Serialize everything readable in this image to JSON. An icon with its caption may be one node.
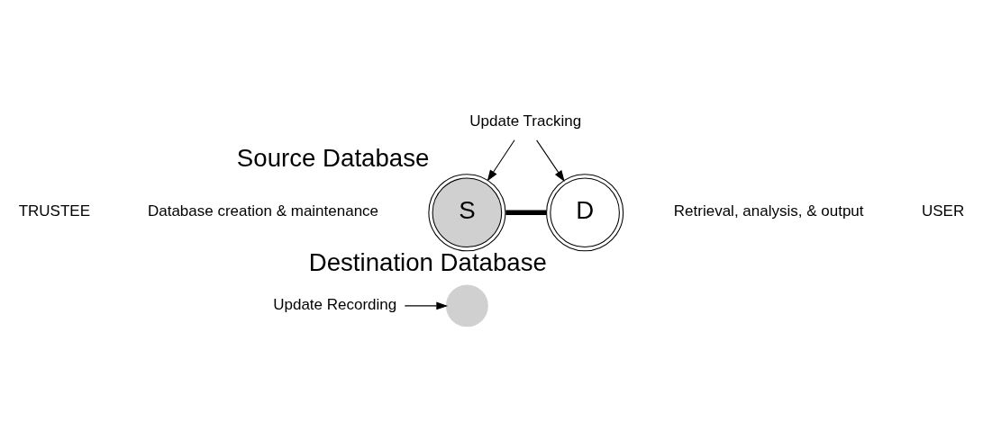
{
  "diagram": {
    "nodes": [
      {
        "text": [
          "S"
        ],
        "beside": [
          "Source Database"
        ]
      },
      {
        "text": [
          "D"
        ],
        "beside": [
          "Destination Database"
        ]
      },
      {
        "text": [
          "Update Tracking"
        ]
      },
      {
        "text": [],
        "shape": "circle"
      },
      {
        "text": [
          "Update Recording"
        ]
      }
    ],
    "edges": [
      {
        "from": 0,
        "to": 1,
        "arrow": "none",
        "style": "thick"
      },
      {
        "from": 2,
        "to": 0,
        "arrow": "to"
      },
      {
        "from": 2,
        "to": 1,
        "arrow": "to"
      },
      {
        "from": 4,
        "to": 3,
        "arrow": "to"
      }
    ],
    "labels": [
      "TRUSTEE",
      "Database creation & maintenance",
      "Retrieval, analysis, & output",
      "USER"
    ]
  }
}
